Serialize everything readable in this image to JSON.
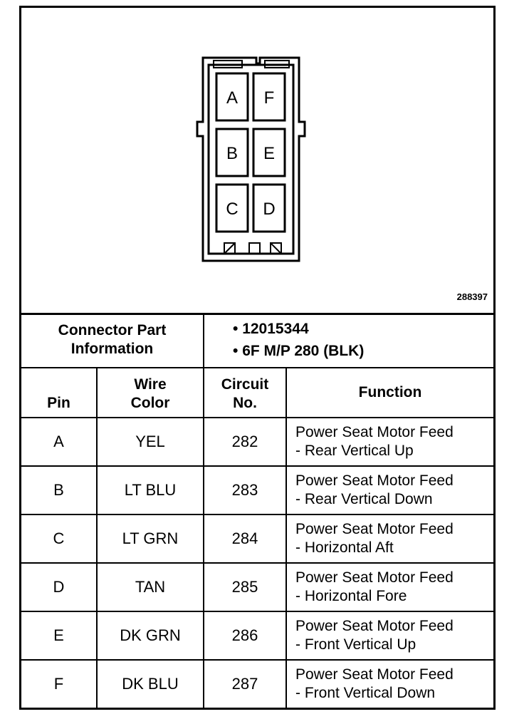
{
  "figure": {
    "id": "288397",
    "pins_layout": [
      [
        "A",
        "F"
      ],
      [
        "B",
        "E"
      ],
      [
        "C",
        "D"
      ]
    ]
  },
  "connector_info": {
    "label_line1": "Connector Part",
    "label_line2": "Information",
    "values": [
      "12015344",
      "6F M/P 280 (BLK)"
    ]
  },
  "table": {
    "headers": {
      "pin": "Pin",
      "wire_line1": "Wire",
      "wire_line2": "Color",
      "circuit_line1": "Circuit",
      "circuit_line2": "No.",
      "function": "Function"
    },
    "rows": [
      {
        "pin": "A",
        "wire": "YEL",
        "circuit": "282",
        "func1": "Power Seat Motor Feed",
        "func2": "- Rear Vertical Up"
      },
      {
        "pin": "B",
        "wire": "LT BLU",
        "circuit": "283",
        "func1": "Power Seat Motor Feed",
        "func2": "- Rear Vertical Down"
      },
      {
        "pin": "C",
        "wire": "LT GRN",
        "circuit": "284",
        "func1": "Power Seat Motor Feed",
        "func2": "- Horizontal Aft"
      },
      {
        "pin": "D",
        "wire": "TAN",
        "circuit": "285",
        "func1": "Power Seat Motor Feed",
        "func2": "- Horizontal Fore"
      },
      {
        "pin": "E",
        "wire": "DK GRN",
        "circuit": "286",
        "func1": "Power Seat Motor Feed",
        "func2": "- Front Vertical Up"
      },
      {
        "pin": "F",
        "wire": "DK BLU",
        "circuit": "287",
        "func1": "Power Seat Motor Feed",
        "func2": "- Front Vertical Down"
      }
    ]
  }
}
